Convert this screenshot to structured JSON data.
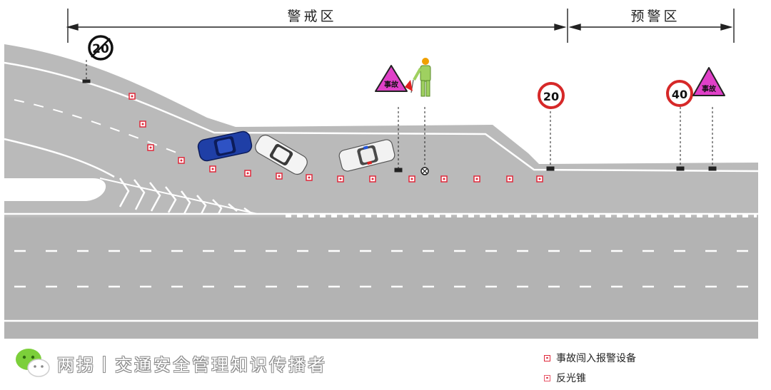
{
  "zones": {
    "alert_zone": "警戒区",
    "warning_zone": "预警区"
  },
  "speed_signs": [
    {
      "value": "20",
      "style": "derestricted-ring"
    },
    {
      "value": "20",
      "style": "red-ring"
    },
    {
      "value": "40",
      "style": "red-ring"
    }
  ],
  "accident_sign_text": "事故",
  "legend": {
    "device_label": "事故闯入报警设备",
    "cone_label": "反光锥"
  },
  "credit": {
    "text": "两拐丨交通安全管理知识传播者"
  },
  "colors": {
    "road": "#b8b8b8",
    "marking": "#ffffff",
    "cone": "#e0283a",
    "accident_sign": "#e040c8",
    "car_blue": "#1f3fa6"
  }
}
